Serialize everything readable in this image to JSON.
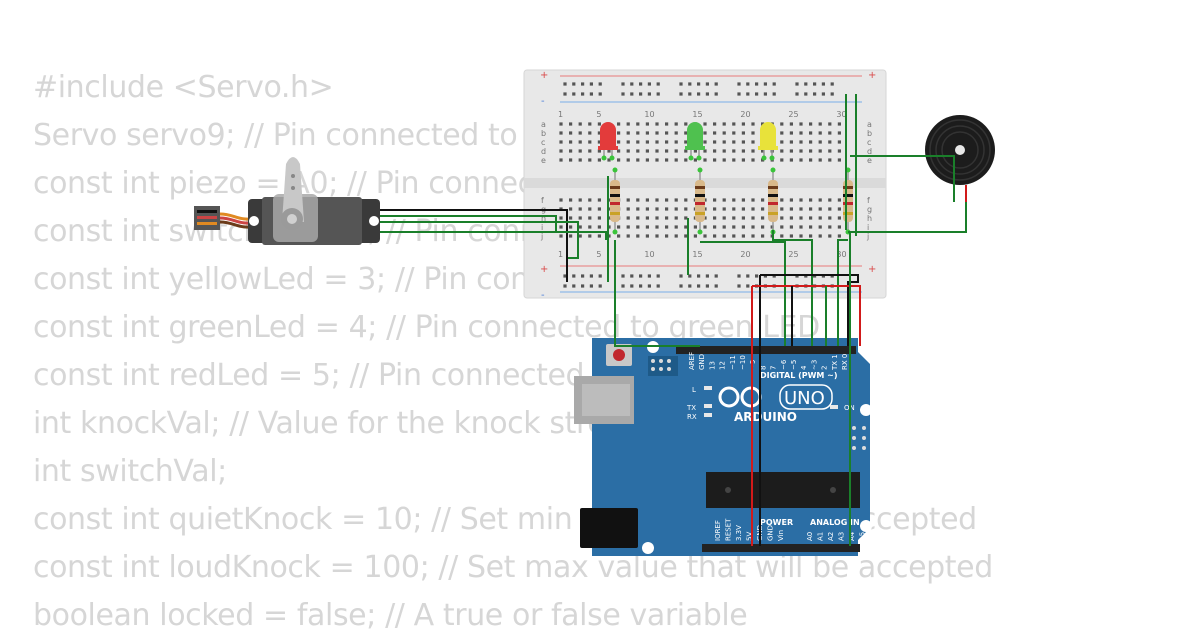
{
  "code_lines": [
    "#include <Servo.h>",
    "Servo servo9; // Pin connected to servo mpo",
    "const int piezo = A0; // Pin connected to piezo",
    "const int switchPin = 2; // Pin connected to switch",
    "const int yellowLed = 3; // Pin connected to yellow LED",
    "const int greenLed = 4; // Pin connected to green LED",
    "const int redLed = 5; // Pin connected to red LED",
    "int knockVal; // Value for the knock strength",
    "int switchVal;",
    "const int quietKnock = 10; // Set min value that will be accepted",
    "const int loudKnock = 100; // Set max value that will be accepted",
    "boolean locked = false; // A true or false variable"
  ],
  "breadboard": {
    "col_labels": [
      "1",
      "5",
      "10",
      "15",
      "20",
      "25",
      "30"
    ],
    "row_labels_top": [
      "a",
      "b",
      "c",
      "d",
      "e"
    ],
    "row_labels_bottom": [
      "f",
      "g",
      "h",
      "i",
      "j"
    ],
    "plus": "+",
    "minus": "-"
  },
  "arduino": {
    "brand": "ARDUINO",
    "model": "UNO",
    "on_label": "ON",
    "l_label": "L",
    "tx_label": "TX",
    "rx_label": "RX",
    "digital_label": "DIGITAL (PWM ~)",
    "power_label": "POWER",
    "analog_label": "ANALOG IN",
    "digital_pins": [
      "AREF",
      "GND",
      "13",
      "12",
      "~11",
      "~10",
      "~9",
      "8",
      "7",
      "~6",
      "~5",
      "4",
      "~3",
      "2",
      "TX 1",
      "RX 0"
    ],
    "power_pins": [
      "IOREF",
      "RESET",
      "3.3V",
      "5V",
      "GND",
      "GND",
      "Vin"
    ],
    "analog_pins": [
      "A0",
      "A1",
      "A2",
      "A3",
      "A4",
      "A5"
    ]
  },
  "colors": {
    "code_text": "#d6d6d6",
    "board_blue": "#2b6ea5",
    "wire_green": "#1a7f2a",
    "wire_black": "#111111",
    "wire_red": "#d11a1a",
    "led_red": "#e33b3b",
    "led_green": "#4fc14f",
    "led_yellow": "#e8e23a"
  }
}
